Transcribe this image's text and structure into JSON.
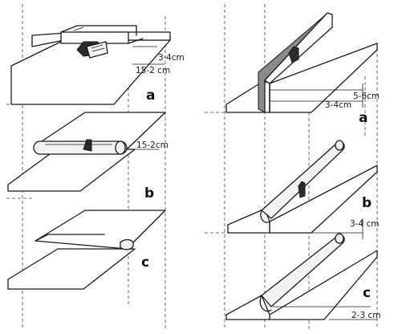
{
  "left_column": {
    "a": {
      "letter": "a",
      "dim_top": "3·4cm",
      "dim_bottom": "15-2 cm"
    },
    "b": {
      "letter": "b",
      "dim": "15-2cm"
    },
    "c": {
      "letter": "c"
    }
  },
  "right_column": {
    "a": {
      "letter": "a",
      "dim_top": "5-6cm",
      "dim_bottom": "3-4cm"
    },
    "b": {
      "letter": "b",
      "dim": "3-4 cm"
    },
    "c": {
      "letter": "c",
      "dim": "2-3 cm"
    }
  }
}
